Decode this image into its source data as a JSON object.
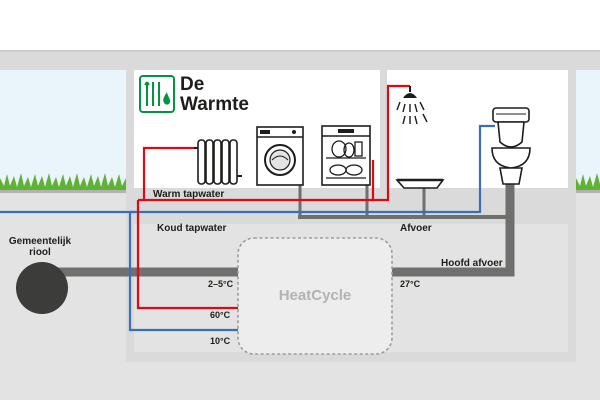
{
  "logo": {
    "line1": "De",
    "line2": "Warmte",
    "brand_color": "#009640",
    "icon": "radiator-waterdrop-logo-icon"
  },
  "labels": {
    "warm_tap": "Warm tapwater",
    "cold_tap": "Koud tapwater",
    "municipal_sewer_line1": "Gemeentelijk",
    "municipal_sewer_line2": "riool",
    "drain": "Afvoer",
    "main_drain": "Hoofd afvoer",
    "heatcycle": "HeatCycle",
    "temp_in": "2–5°C",
    "temp_hot": "60°C",
    "temp_cold": "10°C",
    "temp_out": "27°C"
  },
  "appliances": [
    "radiator-icon",
    "washing-machine-icon",
    "dishwasher-icon",
    "shower-icon",
    "sink-icon",
    "toilet-icon"
  ],
  "colors": {
    "hot_pipe": "#e30613",
    "cold_pipe": "#3a6fb5",
    "drain_pipe": "#6f6f6e",
    "sewer": "#3c3c3b",
    "ground": "#e3e3e3",
    "wall": "#dadada",
    "grass": "#5fb233",
    "sky": "#eaf5fb"
  }
}
